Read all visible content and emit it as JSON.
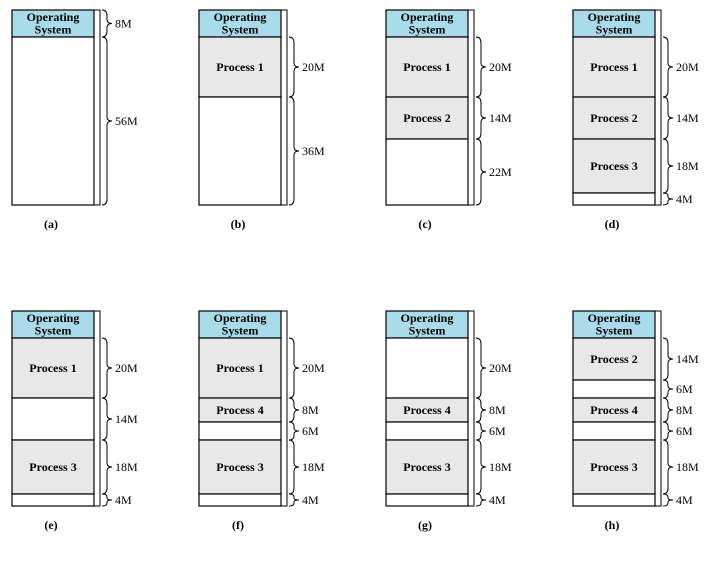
{
  "diagrams": [
    {
      "caption": "(a)",
      "blocks": [
        {
          "label": "Operating System",
          "size": "8M",
          "type": "os"
        },
        {
          "label": "",
          "size": "56M",
          "type": "free"
        }
      ]
    },
    {
      "caption": "(b)",
      "blocks": [
        {
          "label": "Operating System",
          "size": "",
          "type": "os"
        },
        {
          "label": "Process 1",
          "size": "20M",
          "type": "process"
        },
        {
          "label": "",
          "size": "36M",
          "type": "free"
        }
      ]
    },
    {
      "caption": "(c)",
      "blocks": [
        {
          "label": "Operating System",
          "size": "",
          "type": "os"
        },
        {
          "label": "Process 1",
          "size": "20M",
          "type": "process"
        },
        {
          "label": "Process 2",
          "size": "14M",
          "type": "process"
        },
        {
          "label": "",
          "size": "22M",
          "type": "free"
        }
      ]
    },
    {
      "caption": "(d)",
      "blocks": [
        {
          "label": "Operating System",
          "size": "",
          "type": "os"
        },
        {
          "label": "Process 1",
          "size": "20M",
          "type": "process"
        },
        {
          "label": "Process 2",
          "size": "14M",
          "type": "process"
        },
        {
          "label": "Process 3",
          "size": "18M",
          "type": "process"
        },
        {
          "label": "",
          "size": "4M",
          "type": "free"
        }
      ]
    },
    {
      "caption": "(e)",
      "blocks": [
        {
          "label": "Operating System",
          "size": "",
          "type": "os"
        },
        {
          "label": "Process 1",
          "size": "20M",
          "type": "process"
        },
        {
          "label": "",
          "size": "14M",
          "type": "free"
        },
        {
          "label": "Process 3",
          "size": "18M",
          "type": "process"
        },
        {
          "label": "",
          "size": "4M",
          "type": "free"
        }
      ]
    },
    {
      "caption": "(f)",
      "blocks": [
        {
          "label": "Operating System",
          "size": "",
          "type": "os"
        },
        {
          "label": "Process 1",
          "size": "20M",
          "type": "process"
        },
        {
          "label": "Process 4",
          "size": "8M",
          "type": "process"
        },
        {
          "label": "",
          "size": "6M",
          "type": "free"
        },
        {
          "label": "Process 3",
          "size": "18M",
          "type": "process"
        },
        {
          "label": "",
          "size": "4M",
          "type": "free"
        }
      ]
    },
    {
      "caption": "(g)",
      "blocks": [
        {
          "label": "Operating System",
          "size": "",
          "type": "os"
        },
        {
          "label": "",
          "size": "20M",
          "type": "free"
        },
        {
          "label": "Process 4",
          "size": "8M",
          "type": "process"
        },
        {
          "label": "",
          "size": "6M",
          "type": "free"
        },
        {
          "label": "Process 3",
          "size": "18M",
          "type": "process"
        },
        {
          "label": "",
          "size": "4M",
          "type": "free"
        }
      ]
    },
    {
      "caption": "(h)",
      "blocks": [
        {
          "label": "Operating System",
          "size": "",
          "type": "os"
        },
        {
          "label": "Process 2",
          "size": "14M",
          "type": "process"
        },
        {
          "label": "",
          "size": "6M",
          "type": "free"
        },
        {
          "label": "Process 4",
          "size": "8M",
          "type": "process"
        },
        {
          "label": "",
          "size": "6M",
          "type": "free"
        },
        {
          "label": "Process 3",
          "size": "18M",
          "type": "process"
        },
        {
          "label": "",
          "size": "4M",
          "type": "free"
        }
      ]
    }
  ],
  "colors": {
    "os": "#a9dcea",
    "process": "#e8e8e8",
    "free": "#ffffff",
    "outline": "#000000",
    "brace": "#000000"
  }
}
